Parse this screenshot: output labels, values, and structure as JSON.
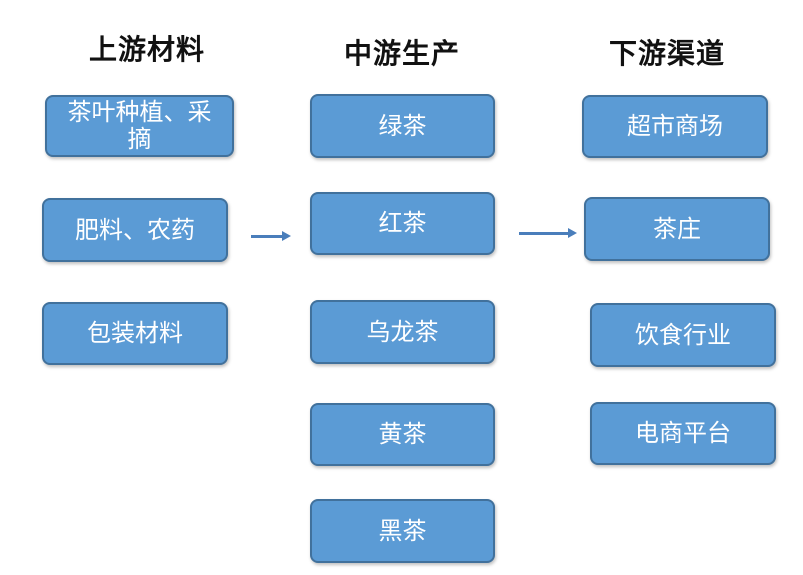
{
  "columns": {
    "upstream": {
      "title": "上游材料",
      "items": [
        "茶叶种植、采摘",
        "肥料、农药",
        "包装材料"
      ]
    },
    "midstream": {
      "title": "中游生产",
      "items": [
        "绿茶",
        "红茶",
        "乌龙茶",
        "黄茶",
        "黑茶"
      ]
    },
    "downstream": {
      "title": "下游渠道",
      "items": [
        "超市商场",
        "茶庄",
        "饮食行业",
        "电商平台"
      ]
    }
  },
  "colors": {
    "box_fill": "#5b9bd5",
    "box_border": "#41719c",
    "box_text": "#ffffff",
    "arrow": "#4a7ebb",
    "heading_text": "#111111"
  }
}
